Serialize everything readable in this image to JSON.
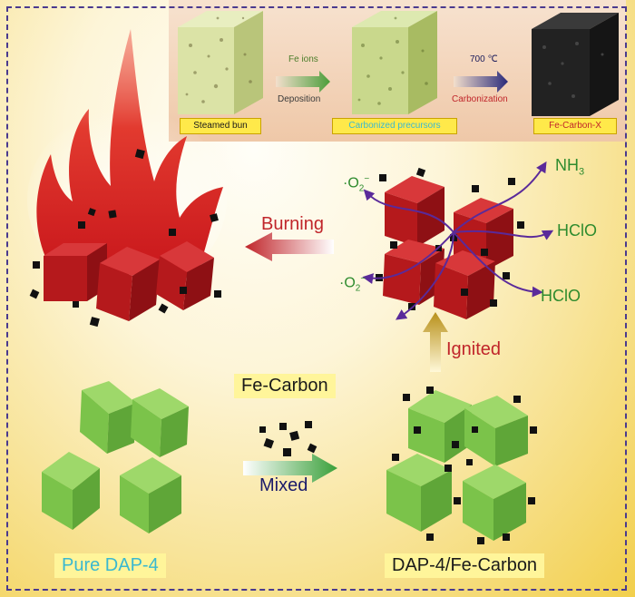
{
  "top_panel": {
    "step1_label": "Steamed bun",
    "step2_label": "Carbonized precursors",
    "step3_label": "Fe-Carbon-X",
    "arrow1_top": "Fe ions",
    "arrow1_bottom": "Deposition",
    "arrow2_top": "700 ℃",
    "arrow2_bottom": "Carbonization"
  },
  "labels": {
    "burning": "Burning",
    "ignited": "Ignited",
    "mixed": "Mixed",
    "fe_carbon": "Fe-Carbon",
    "pure": "Pure DAP-4",
    "composite": "DAP-4/Fe-Carbon",
    "nh3": "NH",
    "nh3_sub": "3",
    "hclo1": "HClO",
    "hclo2": "HClO",
    "o2_1": "·O",
    "o2_1_sub": "2",
    "o2_1_sup": "−",
    "o2_2": "·O",
    "o2_2_sub": "2",
    "o2_2_sup": "−"
  },
  "colors": {
    "frame": "#4a3a8e",
    "green_text": "#2e8b2e",
    "red_text": "#c0252a",
    "cyan_text": "#3ab8d0",
    "purple_arrow": "#5a2a9a",
    "red_cube": "#b5191c",
    "green_cube": "#7bc34a"
  }
}
